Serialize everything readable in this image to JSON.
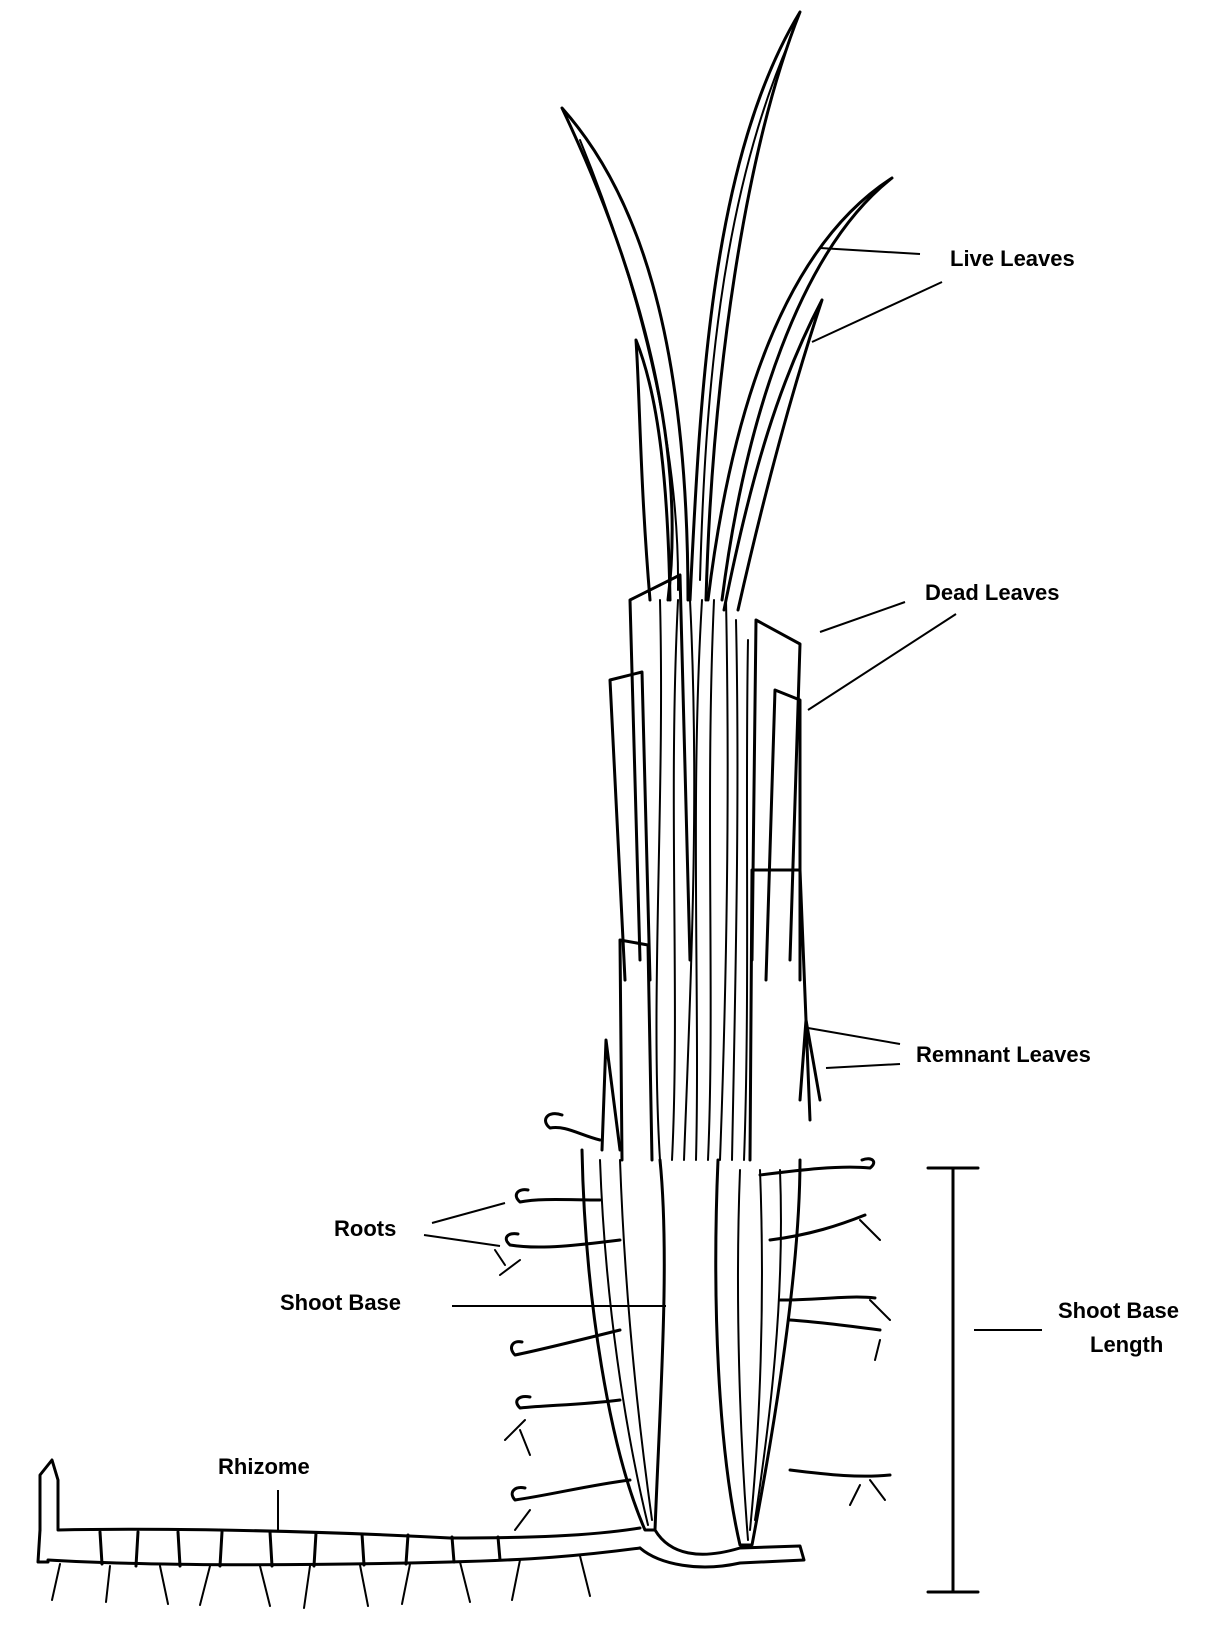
{
  "labels": {
    "live_leaves": "Live Leaves",
    "dead_leaves": "Dead Leaves",
    "remnant_leaves": "Remnant Leaves",
    "roots": "Roots",
    "shoot_base": "Shoot Base",
    "shoot_base_length_line1": "Shoot Base",
    "shoot_base_length_line2": "Length",
    "rhizome": "Rhizome"
  }
}
